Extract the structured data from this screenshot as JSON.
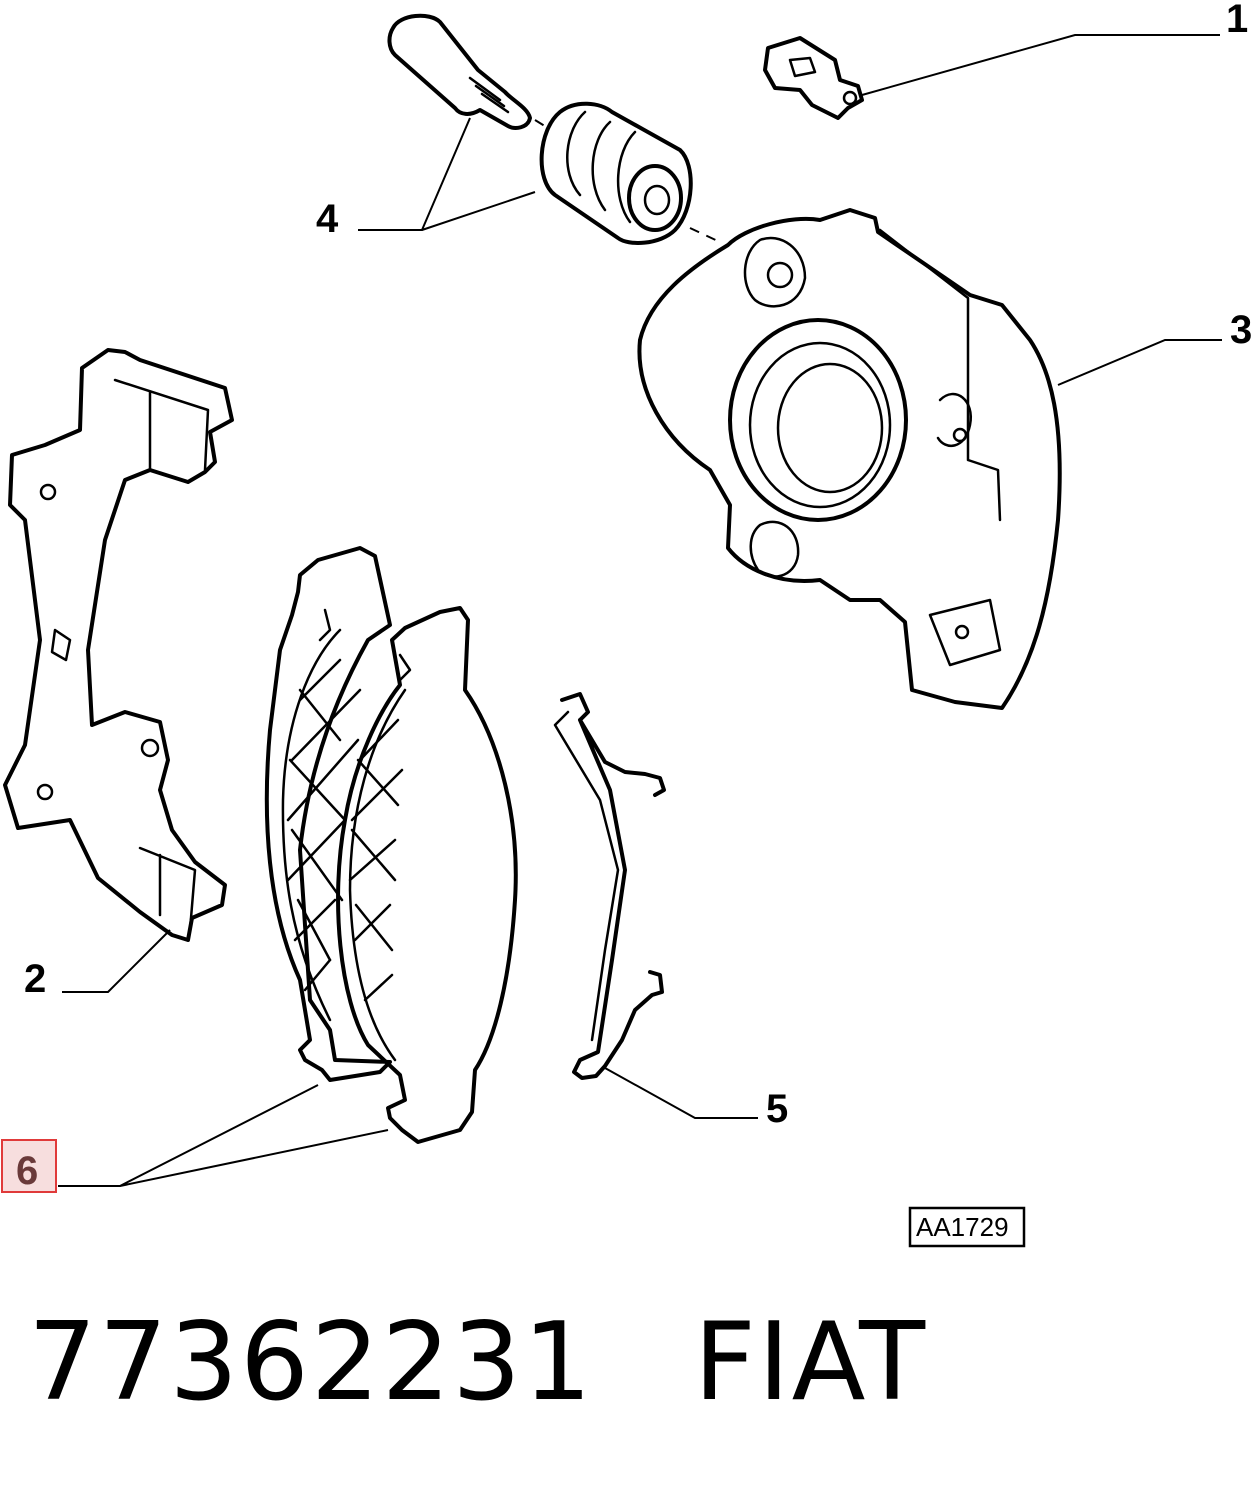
{
  "callouts": [
    {
      "id": "1",
      "label": "1"
    },
    {
      "id": "2",
      "label": "2"
    },
    {
      "id": "3",
      "label": "3"
    },
    {
      "id": "4",
      "label": "4"
    },
    {
      "id": "5",
      "label": "5"
    },
    {
      "id": "6",
      "label": "6",
      "highlighted": true
    }
  ],
  "reference_code": "AA1729",
  "part_number": "77362231",
  "brand": "FIAT",
  "colors": {
    "line": "#000000",
    "highlight_fill": "#f7dede",
    "highlight_border": "#e03a3a"
  }
}
